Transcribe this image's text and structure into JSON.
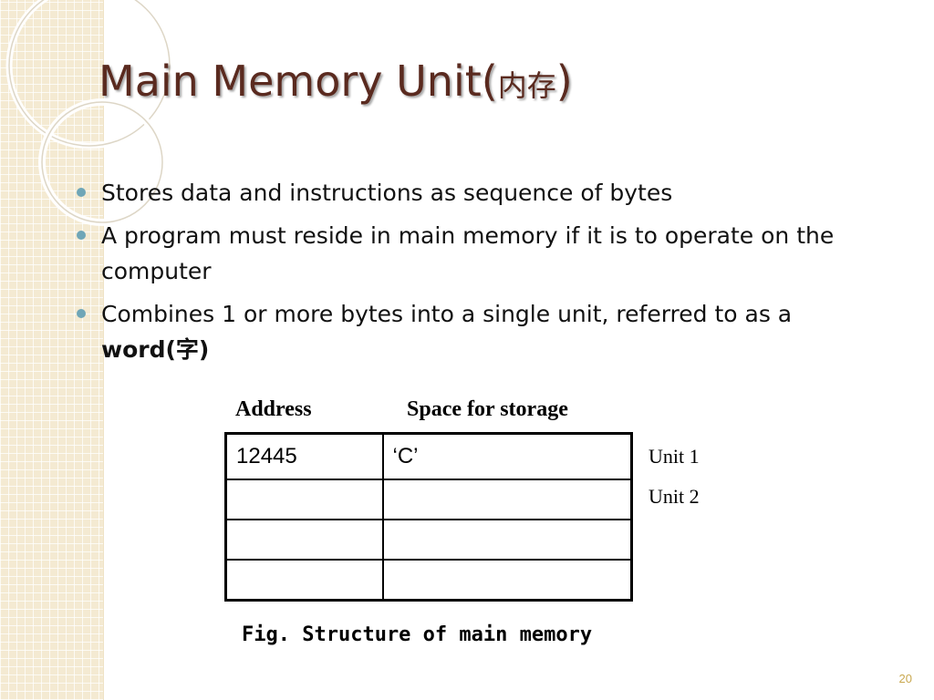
{
  "slide": {
    "title_main": "Main Memory Unit(",
    "title_cjk": "内存",
    "title_close": ")",
    "bullets": [
      {
        "text": "Stores data and instructions as sequence of bytes"
      },
      {
        "text": "A program must reside in main memory if it is to operate on the computer"
      },
      {
        "text_before": "Combines 1 or more bytes into a single unit, referred to as a ",
        "bold": "word(字)"
      }
    ],
    "figure": {
      "address_header": "Address",
      "space_header": "Space for storage",
      "rows": [
        {
          "address": "12445",
          "content": "‘C’"
        },
        {
          "address": "",
          "content": ""
        },
        {
          "address": "",
          "content": ""
        },
        {
          "address": "",
          "content": ""
        }
      ],
      "unit_labels": [
        "Unit 1",
        "Unit 2"
      ],
      "caption": "Fig. Structure of main memory"
    },
    "page_number": "20"
  },
  "colors": {
    "title": "#5a2a1f",
    "bullet": "#6fa6b7",
    "strip": "#f4ead2",
    "page_number": "#c9a84f"
  }
}
